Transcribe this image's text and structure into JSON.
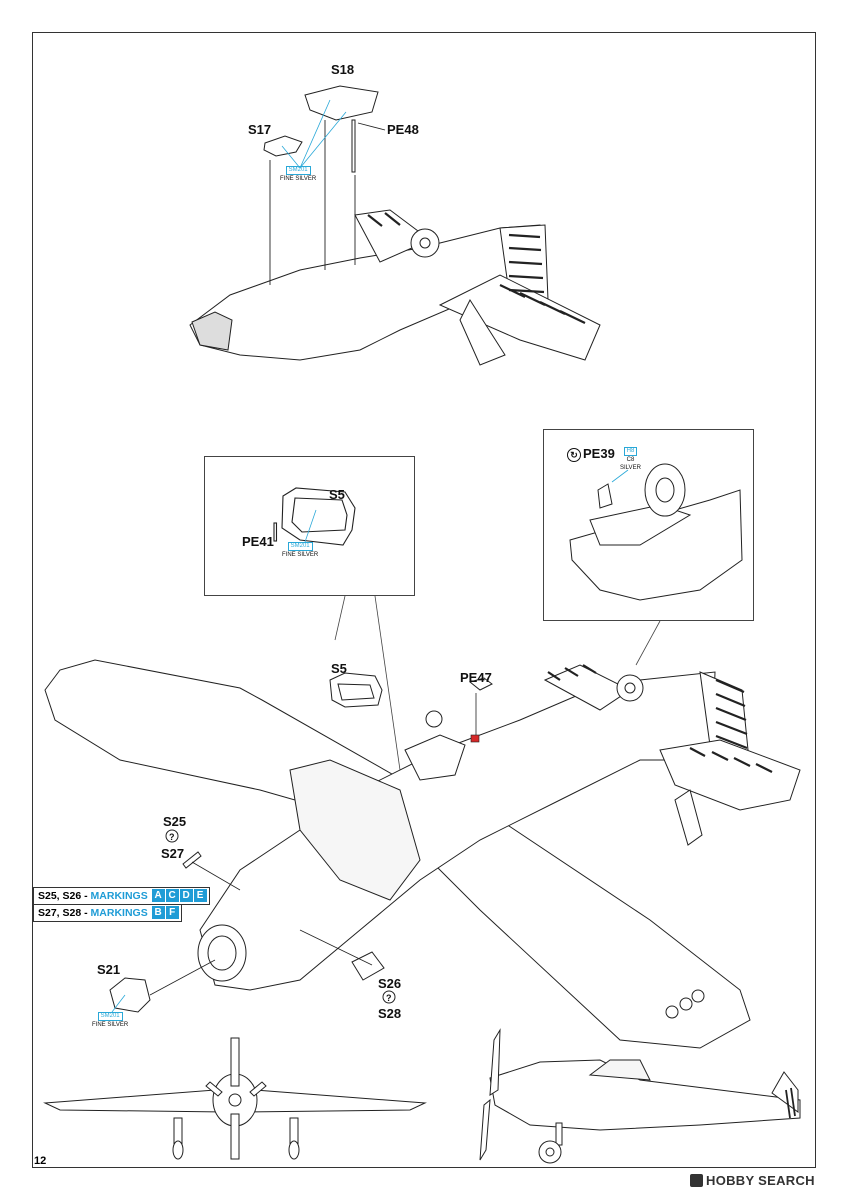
{
  "page": {
    "number": "12"
  },
  "paint": {
    "code": "SM201",
    "name": "FINE SILVER"
  },
  "pe39_paint": {
    "code": "H8",
    "alt": "C8",
    "name": "SILVER"
  },
  "parts": {
    "s18": "S18",
    "s17": "S17",
    "pe48": "PE48",
    "s5_inset": "S5",
    "pe41": "PE41",
    "pe39": "PE39",
    "s5": "S5",
    "pe47": "PE47",
    "s25": "S25",
    "s27": "S27",
    "s21": "S21",
    "s26": "S26",
    "s28": "S28"
  },
  "markings": [
    {
      "parts": "S25, S26 - ",
      "word": "MARKINGS",
      "letters": [
        "A",
        "C",
        "D",
        "E"
      ]
    },
    {
      "parts": "S27, S28 - ",
      "word": "MARKINGS",
      "letters": [
        "B",
        "F"
      ]
    }
  ],
  "watermark": {
    "text": "HOBBY SEARCH"
  },
  "colors": {
    "accent": "#1f9cd6",
    "red_mark": "#d62828",
    "line": "#222222"
  }
}
